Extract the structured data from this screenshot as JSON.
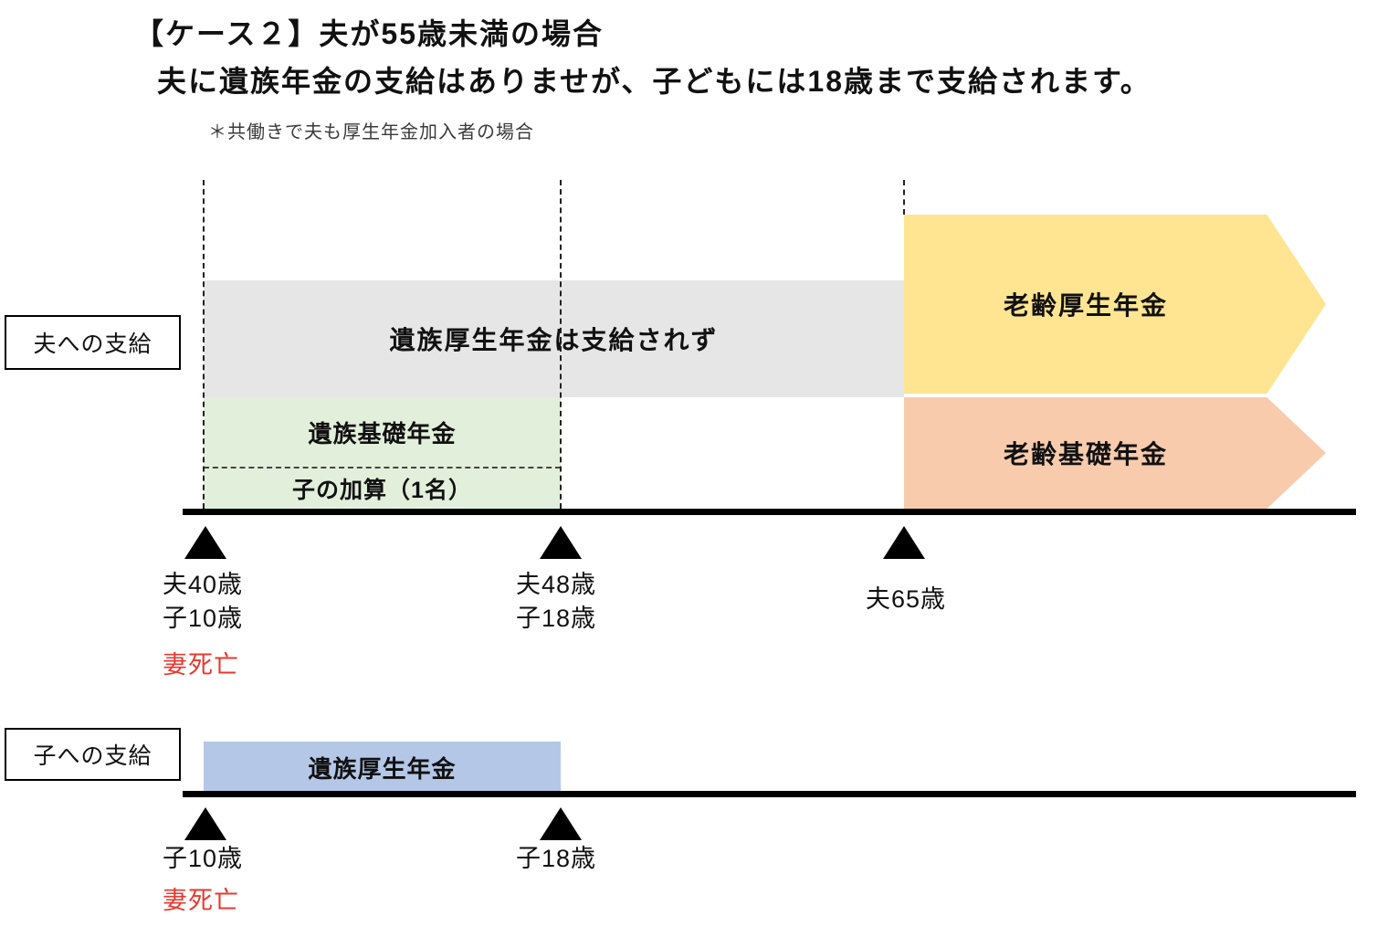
{
  "header": {
    "title": "【ケース２】夫が55歳未満の場合",
    "subtitle": "夫に遺族年金の支給はありませが、子どもには18歳まで支給されます。",
    "note": "＊共働きで夫も厚生年金加入者の場合"
  },
  "husband": {
    "label": "夫への支給",
    "gray_bar_label": "遺族厚生年金は支給されず",
    "green_bar_label": "遺族基礎年金",
    "green_sub_label": "子の加算（1名）",
    "yellow_arrow_label": "老齢厚生年金",
    "orange_arrow_label": "老齢基礎年金",
    "markers": [
      {
        "age1": "夫40歳",
        "age2": "子10歳",
        "event": "妻死亡"
      },
      {
        "age1": "夫48歳",
        "age2": "子18歳"
      },
      {
        "age1": "夫65歳"
      }
    ]
  },
  "child": {
    "label": "子への支給",
    "blue_bar_label": "遺族厚生年金",
    "markers": [
      {
        "age1": "子10歳",
        "event": "妻死亡"
      },
      {
        "age1": "子18歳"
      }
    ]
  },
  "colors": {
    "gray": "#e7e6e6",
    "green": "#e2efda",
    "yellow": "#ffe592",
    "orange": "#f8cbad",
    "blue": "#b4c7e7",
    "red": "#e8392f"
  }
}
